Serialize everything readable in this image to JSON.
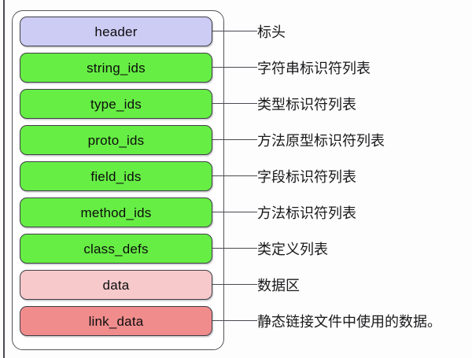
{
  "diagram": {
    "title": "DEX file format section layout",
    "container_name": "dex-file",
    "colors": {
      "header_fill": "#ccccf5",
      "ids_fill": "#66ee44",
      "data_fill": "#f7c9cb",
      "link_data_fill": "#f08c8c",
      "box_border": "#3f3f46",
      "container_border": "#55555c",
      "leader_line": "#4a4a52",
      "page_background": "#fdfdfd",
      "text": "#0d0d0d"
    },
    "sections": [
      {
        "id": "header",
        "label": "header",
        "annotation": "标头",
        "fill": "#ccccf5"
      },
      {
        "id": "string_ids",
        "label": "string_ids",
        "annotation": "字符串标识符列表",
        "fill": "#66ee44"
      },
      {
        "id": "type_ids",
        "label": "type_ids",
        "annotation": "类型标识符列表",
        "fill": "#66ee44"
      },
      {
        "id": "proto_ids",
        "label": "proto_ids",
        "annotation": "方法原型标识符列表",
        "fill": "#66ee44"
      },
      {
        "id": "field_ids",
        "label": "field_ids",
        "annotation": "字段标识符列表",
        "fill": "#66ee44"
      },
      {
        "id": "method_ids",
        "label": "method_ids",
        "annotation": "方法标识符列表",
        "fill": "#66ee44"
      },
      {
        "id": "class_defs",
        "label": "class_defs",
        "annotation": "类定义列表",
        "fill": "#66ee44"
      },
      {
        "id": "data",
        "label": "data",
        "annotation": "数据区",
        "fill": "#f7c9cb"
      },
      {
        "id": "link_data",
        "label": "link_data",
        "annotation": "静态链接文件中使用的数据。",
        "fill": "#f08c8c"
      }
    ]
  }
}
